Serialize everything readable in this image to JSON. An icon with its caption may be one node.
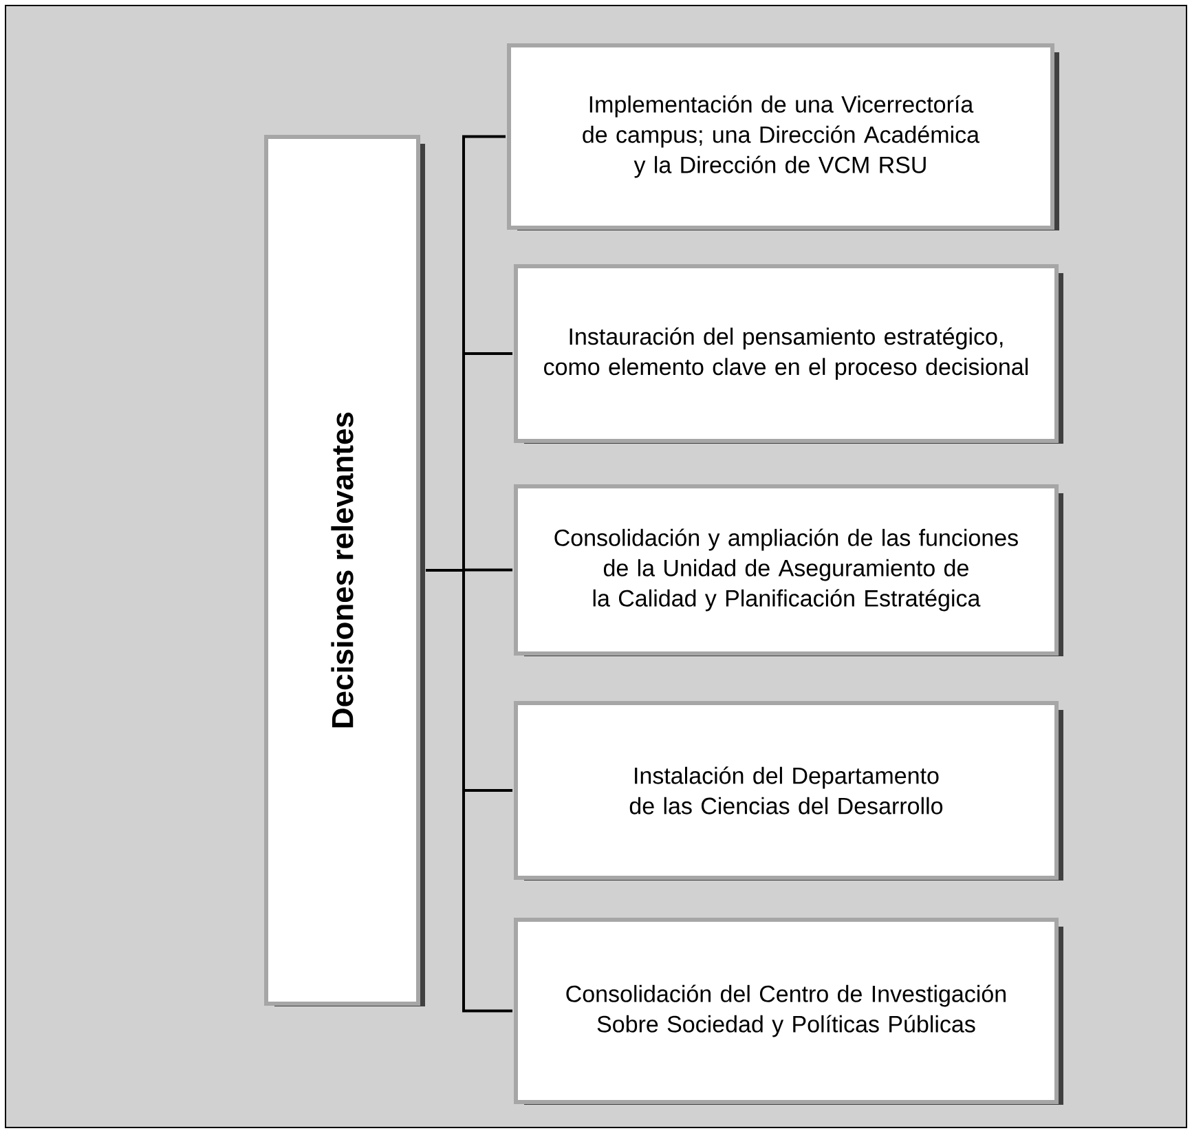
{
  "diagram": {
    "nodes": [
      {
        "text": [
          "Decisiones relevantes"
        ]
      },
      {
        "text": [
          "Implementación de una Vicerrectoría de campus; una Dirección Académica y la Dirección de VCM RSU"
        ]
      },
      {
        "text": [
          "Instauración del pensamiento estratégico, como elemento clave en el proceso decisional"
        ]
      },
      {
        "text": [
          "Consolidación y ampliación de las funciones de la Unidad de Aseguramiento de la Calidad y Planificación Estratégica"
        ]
      },
      {
        "text": [
          "Instalación del Departamento de las Ciencias del Desarrollo"
        ]
      },
      {
        "text": [
          "Consolidación del Centro de Investigación Sobre Sociedad y Políticas Públicas"
        ]
      }
    ],
    "edges": [
      {
        "from": 0,
        "to": 1,
        "arrow": "none"
      },
      {
        "from": 0,
        "to": 2,
        "arrow": "none"
      },
      {
        "from": 0,
        "to": 3,
        "arrow": "none"
      },
      {
        "from": 0,
        "to": 4,
        "arrow": "none"
      },
      {
        "from": 0,
        "to": 5,
        "arrow": "none"
      }
    ]
  }
}
